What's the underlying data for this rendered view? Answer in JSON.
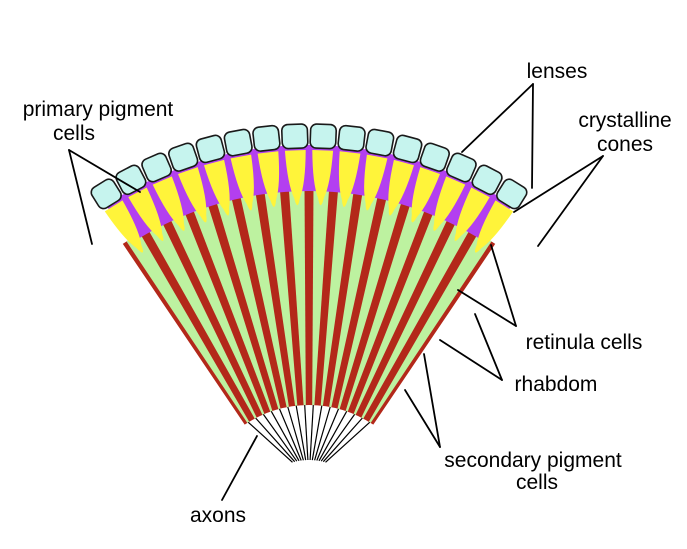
{
  "colors": {
    "lens": "#c6f4ee",
    "lens_stroke": "#1a1a1a",
    "primary_pigment": "#b33ff0",
    "crystalline_cone": "#fff43a",
    "retinula": "#b3281a",
    "rhabdom": "#bdf2a0",
    "axon": "#000000",
    "background": "#ffffff"
  },
  "geometry_note_omitted": true,
  "ommatidia_count": 16,
  "labels": {
    "lenses": "lenses",
    "primary_pigment_line1": "primary pigment",
    "primary_pigment_line2": "cells",
    "crystalline_line1": "crystalline",
    "crystalline_line2": "cones",
    "retinula": "retinula cells",
    "rhabdom": "rhabdom",
    "secondary_line1": "secondary pigment",
    "secondary_line2": "cells",
    "axons": "axons"
  }
}
